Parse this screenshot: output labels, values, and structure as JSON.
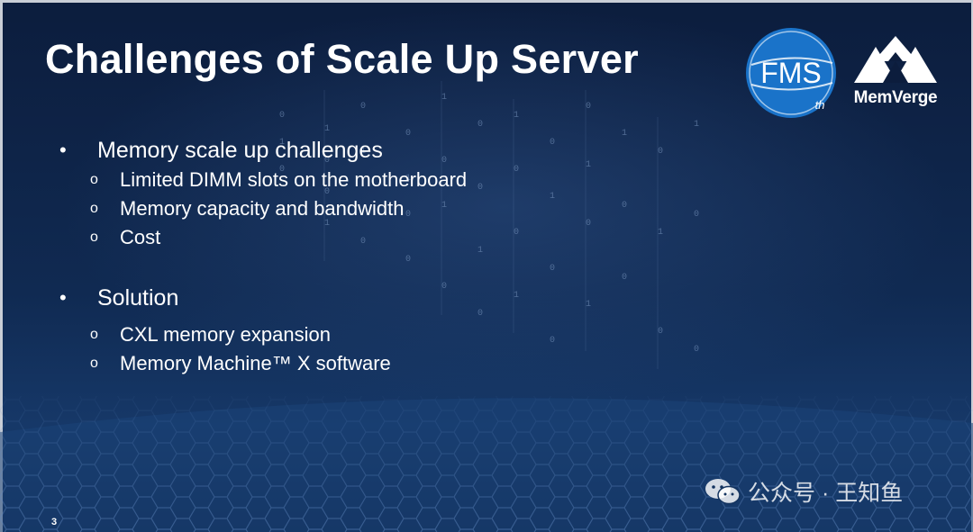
{
  "slide": {
    "title": "Challenges of Scale Up Server",
    "page_number": "3"
  },
  "logos": {
    "fms_text": "FMS",
    "fms_suffix": "th",
    "memverge_text": "MemVerge"
  },
  "sections": [
    {
      "heading": "Memory scale up challenges",
      "items": [
        "Limited DIMM slots on the motherboard",
        "Memory capacity and bandwidth",
        "Cost"
      ]
    },
    {
      "heading": "Solution",
      "items": [
        "CXL memory expansion",
        "Memory Machine™ X software"
      ]
    }
  ],
  "markers": {
    "bullet": "•",
    "sub_bullet": "o"
  },
  "watermark": {
    "text": "公众号 · 王知鱼",
    "icon": "wechat-icon"
  },
  "colors": {
    "background": "#0c1d3d",
    "text": "#ffffff",
    "fms_blue": "#1a73c9"
  }
}
